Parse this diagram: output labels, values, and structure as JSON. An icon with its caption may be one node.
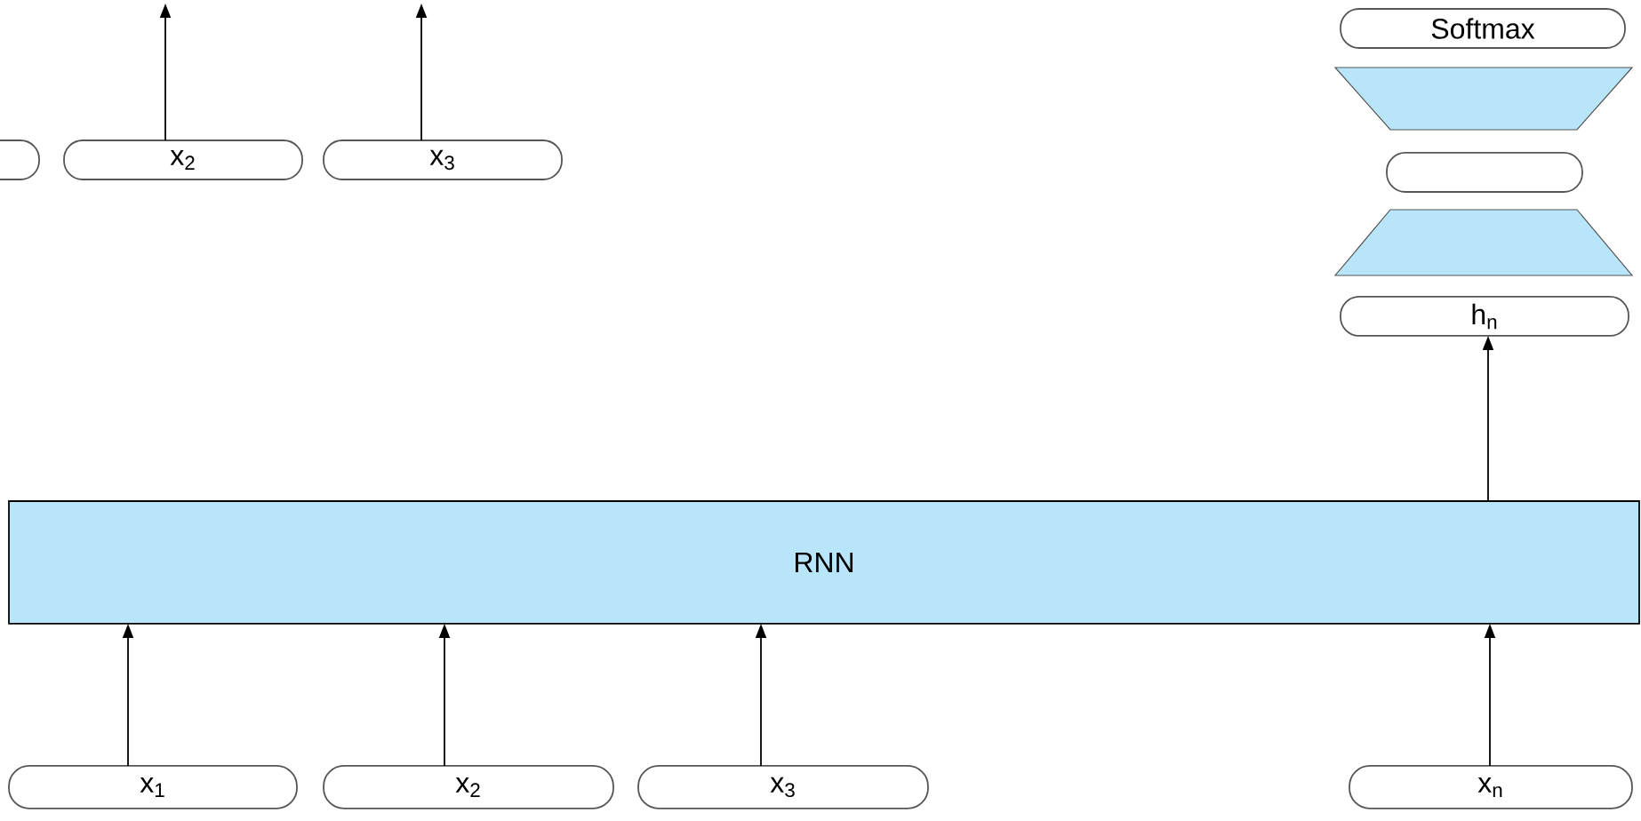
{
  "diagram": {
    "nodes": [
      {
        "text": [],
        "shape": "box"
      },
      {
        "text": [
          "x$_{2}$"
        ]
      },
      {
        "text": [
          "x$_{3}$"
        ]
      },
      {
        "text": [
          "Softmax"
        ]
      },
      {
        "text": [],
        "shape": "trapezoid"
      },
      {
        "text": [],
        "shape": "box"
      },
      {
        "text": [],
        "shape": "trapezoid"
      },
      {
        "text": [
          "h$_{n}$"
        ]
      },
      {
        "text": [
          "RNN"
        ]
      },
      {
        "text": [
          "x$_{1}$"
        ]
      },
      {
        "text": [
          "x$_{2}$"
        ]
      },
      {
        "text": [
          "x$_{3}$"
        ]
      },
      {
        "text": [
          "x$_{n}$"
        ]
      }
    ],
    "edges": [
      {
        "from": 1,
        "to": null,
        "arrow": "to"
      },
      {
        "from": 2,
        "to": null,
        "arrow": "to"
      },
      {
        "from": 8,
        "to": 7,
        "arrow": "to"
      },
      {
        "from": 9,
        "to": 8,
        "arrow": "to"
      },
      {
        "from": 10,
        "to": 8,
        "arrow": "to"
      },
      {
        "from": 11,
        "to": 8,
        "arrow": "to"
      },
      {
        "from": 12,
        "to": 8,
        "arrow": "to"
      }
    ]
  }
}
